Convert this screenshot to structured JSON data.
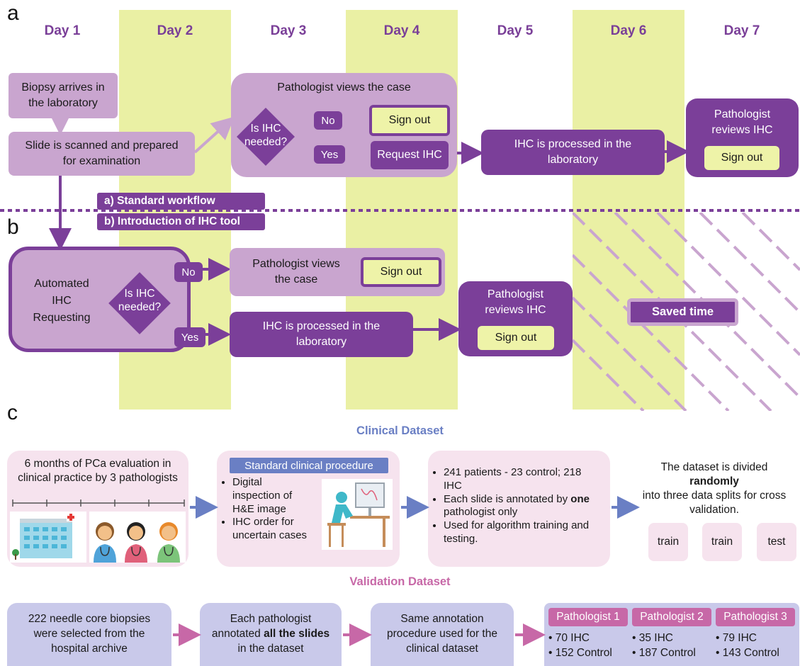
{
  "panels": {
    "a": "a",
    "b": "b",
    "c": "c"
  },
  "days": [
    "Day 1",
    "Day 2",
    "Day 3",
    "Day 4",
    "Day 5",
    "Day 6",
    "Day 7"
  ],
  "workflow_a": {
    "biopsy": "Biopsy arrives in the laboratory",
    "scanned": "Slide is scanned and prepared for examination",
    "views_title": "Pathologist views the case",
    "is_ihc": "Is IHC needed?",
    "no": "No",
    "yes": "Yes",
    "sign_out": "Sign out",
    "request_ihc": "Request IHC",
    "ihc_processed": "IHC is processed in the laboratory",
    "reviews": "Pathologist reviews IHC",
    "sign_out_2": "Sign out"
  },
  "legend": {
    "standard": "a) Standard workflow",
    "tool": "b) Introduction of IHC tool"
  },
  "workflow_b": {
    "automated": "Automated IHC Requesting",
    "is_ihc": "Is IHC needed?",
    "no": "No",
    "yes": "Yes",
    "views": "Pathologist views the case",
    "sign_out": "Sign out",
    "ihc_processed": "IHC is processed in the laboratory",
    "reviews": "Pathologist reviews IHC",
    "sign_out_2": "Sign out",
    "saved": "Saved time"
  },
  "clinical": {
    "title": "Clinical Dataset",
    "box1": "6 months of PCa evaluation in clinical practice by 3 pathologists",
    "proc_title": "Standard clinical procedure",
    "proc_items": [
      "Digital inspection of H&E image",
      "IHC order for uncertain cases"
    ],
    "stats": [
      "241 patients - 23 control; 218 IHC"
    ],
    "stat2_pre": "Each slide is annotated by ",
    "stat2_bold": "one",
    "stat2_post": " pathologist only",
    "stat3": "Used for algorithm training and testing.",
    "split_pre": "The dataset is divided",
    "split_bold": "randomly",
    "split_post": "into three data splits for cross validation.",
    "splits": [
      "train",
      "train",
      "test"
    ]
  },
  "validation": {
    "title": "Validation Dataset",
    "box1": "222 needle core biopsies were selected from the hospital archive",
    "box2_pre": "Each pathologist annotated ",
    "box2_bold": "all the slides",
    "box2_post": " in the dataset",
    "box3": "Same annotation procedure used for the clinical dataset",
    "pathologists": [
      {
        "name": "Pathologist 1",
        "ihc": "70 IHC",
        "control": "152 Control"
      },
      {
        "name": "Pathologist 2",
        "ihc": "35 IHC",
        "control": "187 Control"
      },
      {
        "name": "Pathologist 3",
        "ihc": "79 IHC",
        "control": "143 Control"
      }
    ]
  },
  "colors": {
    "dark_purple": "#7b3f99",
    "light_purple": "#c9a5cf",
    "band": "#eaf0a4",
    "pink": "#f6e3ee",
    "lavender": "#c9c9ea",
    "magenta": "#c768a7",
    "blue": "#6a7fc4"
  }
}
